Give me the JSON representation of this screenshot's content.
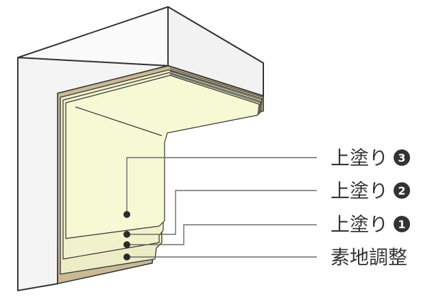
{
  "labels": [
    {
      "text": "上塗り",
      "badge": "3"
    },
    {
      "text": "上塗り",
      "badge": "2"
    },
    {
      "text": "上塗り",
      "badge": "1"
    },
    {
      "text": "素地調整",
      "badge": ""
    }
  ],
  "colors": {
    "wall": "#f4f4f4",
    "wall_stroke": "#333333",
    "coat_top": "#f7f8d4",
    "coat_mid": "#f1f1cc",
    "coat_low": "#ececc6",
    "substrate": "#c9b995",
    "leader": "#6a6a6a",
    "badge": "#333333"
  }
}
